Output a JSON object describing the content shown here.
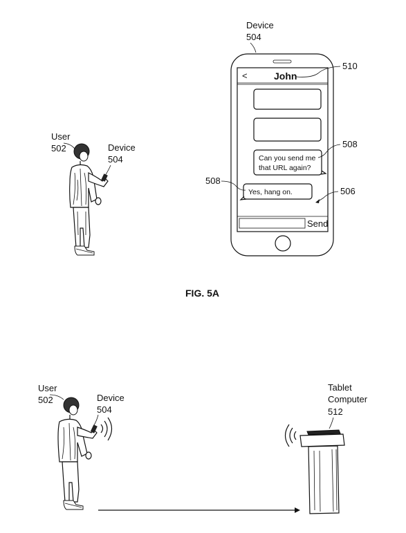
{
  "figure_a": {
    "device_label": "Device",
    "device_ref": "504",
    "user_label": "User",
    "user_ref": "502",
    "small_device_label": "Device",
    "small_device_ref": "504",
    "ref_510": "510",
    "ref_508_top": "508",
    "ref_508_left": "508",
    "ref_506": "506",
    "caption": "FIG. 5A",
    "phone": {
      "back_glyph": "<",
      "contact_name": "John",
      "message_in_line1": "Can you send me",
      "message_in_line2": "that URL again?",
      "message_out": "Yes, hang on.",
      "send_label": "Send"
    }
  },
  "figure_b": {
    "user_label": "User",
    "user_ref": "502",
    "device_label": "Device",
    "device_ref": "504",
    "tablet_label_line1": "Tablet",
    "tablet_label_line2": "Computer",
    "tablet_ref": "512"
  }
}
